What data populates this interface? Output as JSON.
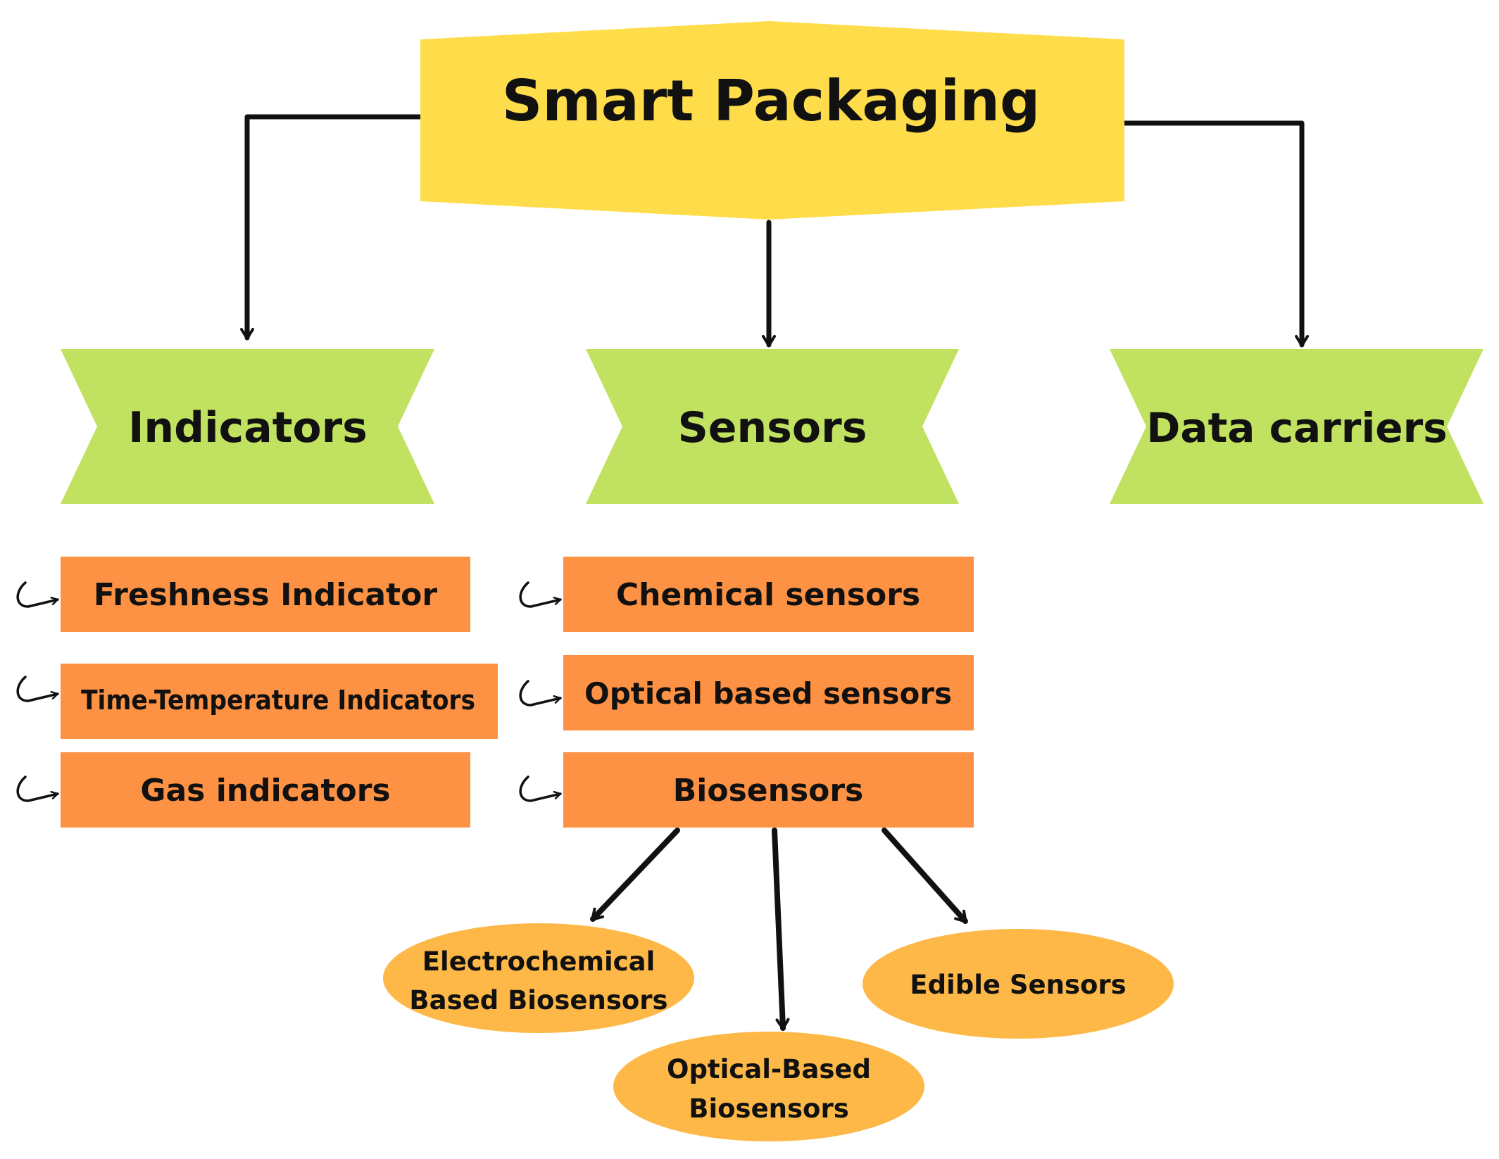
{
  "colors": {
    "root": "#FFDD4A",
    "category": "#C1E160",
    "item": "#FE9244",
    "subitem": "#FDB848",
    "ink": "#111111",
    "background": "#FFFFFF"
  },
  "root": {
    "label": "Smart Packaging"
  },
  "categories": [
    {
      "id": "indicators",
      "label": "Indicators"
    },
    {
      "id": "sensors",
      "label": "Sensors"
    },
    {
      "id": "data-carriers",
      "label": "Data carriers"
    }
  ],
  "indicators": [
    {
      "label": "Freshness Indicator"
    },
    {
      "label": "Time-Temperature Indicators"
    },
    {
      "label": "Gas indicators"
    }
  ],
  "sensors": [
    {
      "label": "Chemical sensors"
    },
    {
      "label": "Optical based sensors"
    },
    {
      "label": "Biosensors"
    }
  ],
  "biosensors": [
    {
      "line1": "Electrochemical",
      "line2": "Based Biosensors"
    },
    {
      "line1": "Optical-Based",
      "line2": "Biosensors"
    },
    {
      "line1": "Edible Sensors",
      "line2": ""
    }
  ],
  "icons": {
    "bullet": "curved-arrow-icon",
    "connector": "arrow-down-icon"
  }
}
